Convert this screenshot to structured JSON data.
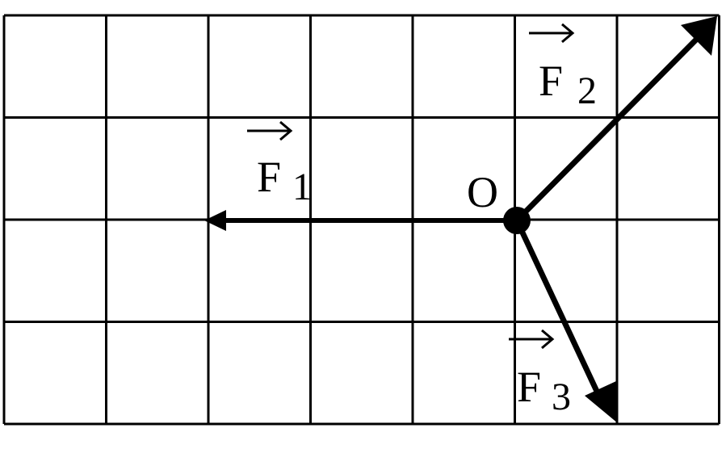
{
  "diagram": {
    "grid": {
      "columns": 7,
      "rows": 4,
      "line_color": "#000000"
    },
    "origin": {
      "label": "O",
      "grid_point": [
        5,
        2
      ]
    },
    "vectors": [
      {
        "id": "F1",
        "letter": "F",
        "subscript": "1",
        "tail": [
          5,
          2
        ],
        "head": [
          2,
          2
        ]
      },
      {
        "id": "F2",
        "letter": "F",
        "subscript": "2",
        "tail": [
          5,
          2
        ],
        "head": [
          7,
          0
        ]
      },
      {
        "id": "F3",
        "letter": "F",
        "subscript": "3",
        "tail": [
          5,
          2
        ],
        "head": [
          6,
          4
        ]
      }
    ]
  }
}
